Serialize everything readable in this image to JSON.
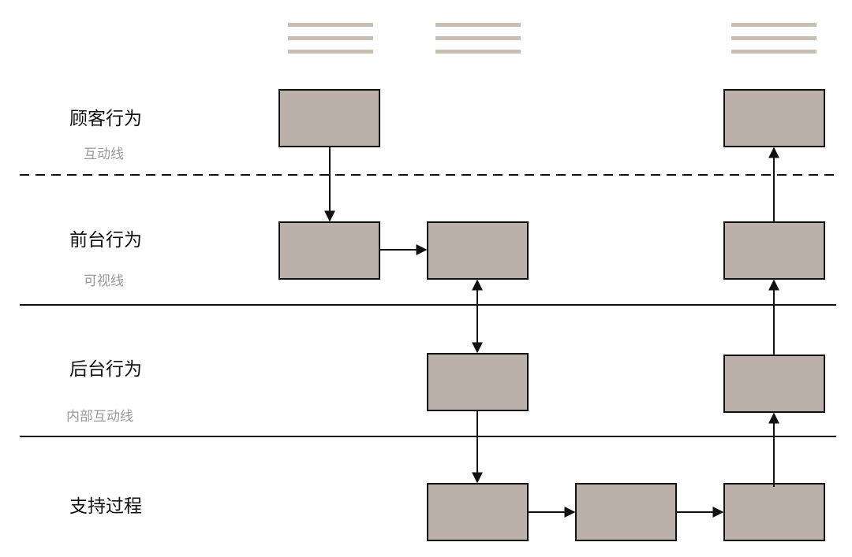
{
  "lanes": {
    "customer_actions": "顾客行为",
    "frontstage_actions": "前台行为",
    "backstage_actions": "后台行为",
    "support_processes": "支持过程"
  },
  "lines": {
    "interaction": "互动线",
    "visibility": "可视线",
    "internal_interaction": "内部互动线"
  },
  "colors": {
    "box_fill": "#bcb0aa",
    "box_stroke": "#111111",
    "header_bar": "#c8beb4",
    "line": "#111111"
  },
  "icons": [
    "menu-lines-icon",
    "menu-lines-icon",
    "menu-lines-icon"
  ]
}
